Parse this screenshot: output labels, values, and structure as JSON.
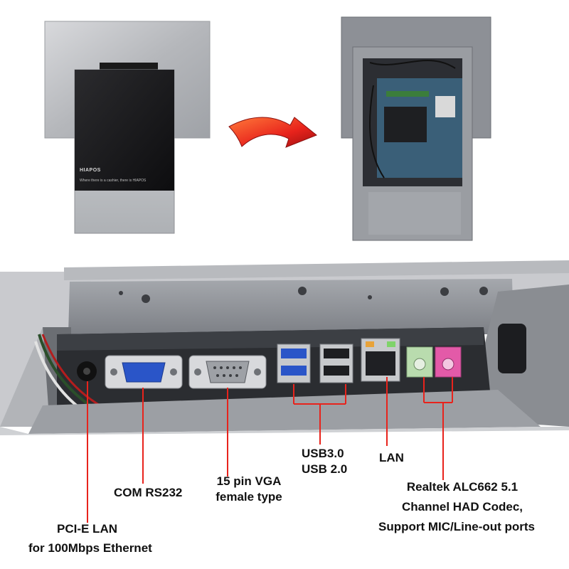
{
  "product": {
    "brand": "HIAPOS",
    "tagline": "Where there is a cashier, there is HIAPOS"
  },
  "labels": {
    "pcie_lan": [
      "PCI-E LAN",
      "for 100Mbps Ethernet"
    ],
    "com": "COM RS232",
    "vga": [
      "15 pin VGA",
      "female type"
    ],
    "usb": [
      "USB3.0",
      "USB 2.0"
    ],
    "lan": "LAN",
    "audio": [
      "Realtek ALC662 5.1",
      "Channel HAD Codec,",
      "Support MIC/Line-out ports"
    ]
  },
  "colors": {
    "callout_red": "#e8231c",
    "chassis_gray": "#8c8f94",
    "port_blue": "#2a55c8",
    "audio_green": "#b9dcae",
    "audio_pink": "#e35aa8"
  }
}
